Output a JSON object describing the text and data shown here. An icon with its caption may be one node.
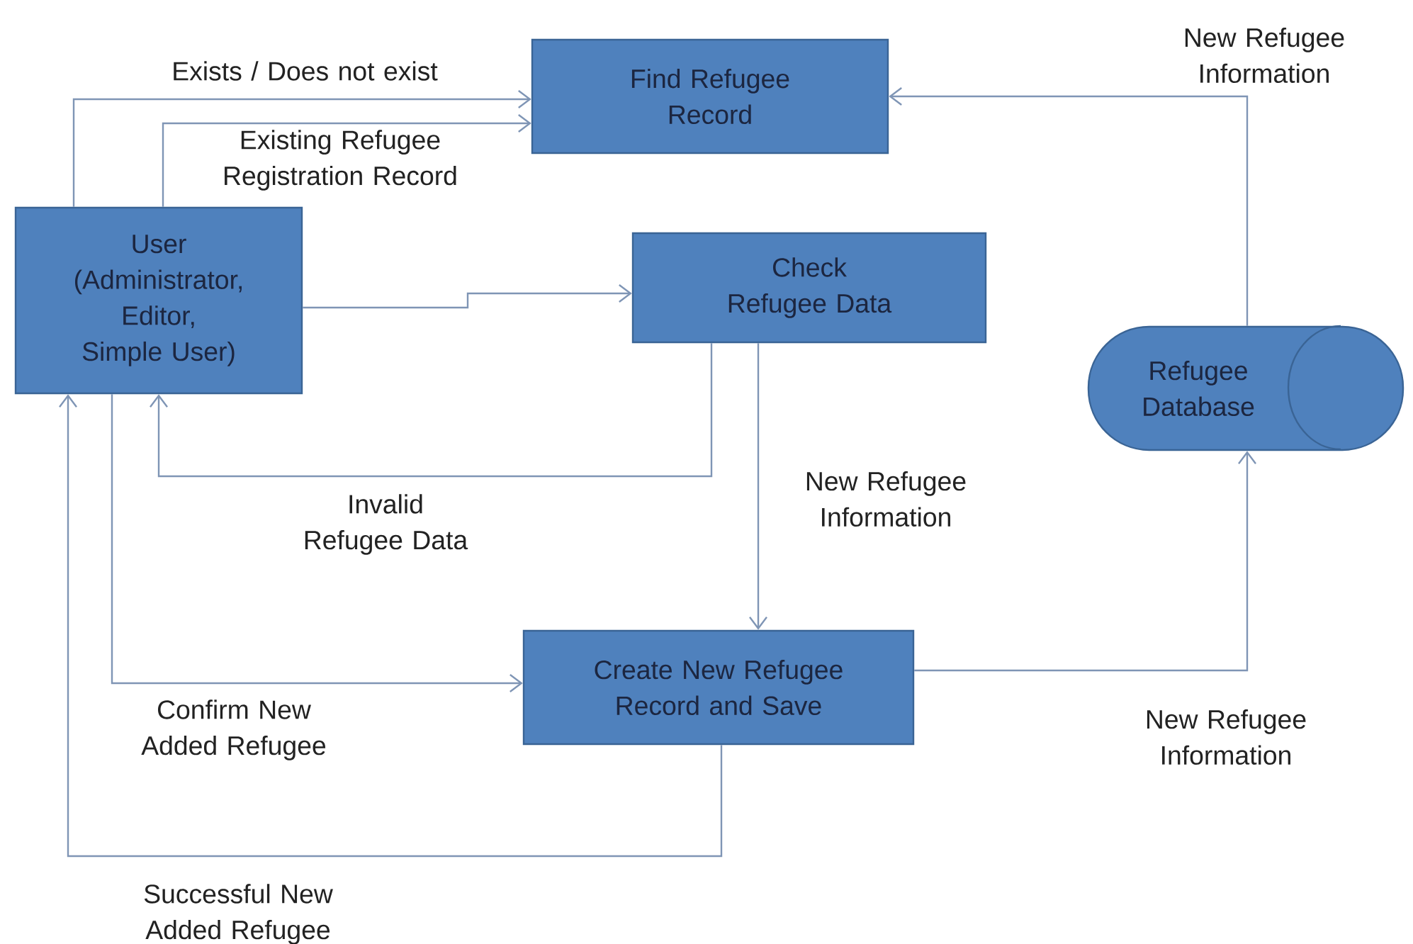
{
  "diagram": {
    "nodes": [
      {
        "text": [
          "Find Refugee Record"
        ]
      },
      {
        "text": [
          "User (Administrator, Editor, Simple User)"
        ]
      },
      {
        "text": [
          "Check Refugee Data"
        ]
      },
      {
        "text": [
          "Refugee Database"
        ]
      },
      {
        "text": [
          "Create New Refugee Record and Save"
        ]
      }
    ],
    "edges": [
      {
        "from": 1,
        "to": 0,
        "arrow": "to",
        "label": "Exists / Does not exist"
      },
      {
        "from": 1,
        "to": 0,
        "arrow": "to",
        "label": "Existing Refugee Registration Record"
      },
      {
        "from": 1,
        "to": 2,
        "arrow": "to"
      },
      {
        "from": 2,
        "to": 1,
        "arrow": "to",
        "label": "Invalid Refugee Data"
      },
      {
        "from": 1,
        "to": 4,
        "arrow": "to",
        "label": "Confirm New Added Refugee"
      },
      {
        "from": 4,
        "to": 1,
        "arrow": "to",
        "label": "Successful New Added Refugee"
      },
      {
        "from": 2,
        "to": 4,
        "arrow": "to",
        "label": "New Refugee Information"
      },
      {
        "from": 4,
        "to": 3,
        "arrow": "to",
        "label": "New Refugee Information"
      },
      {
        "from": 3,
        "to": 0,
        "arrow": "to",
        "label": "New Refugee Information"
      }
    ]
  }
}
